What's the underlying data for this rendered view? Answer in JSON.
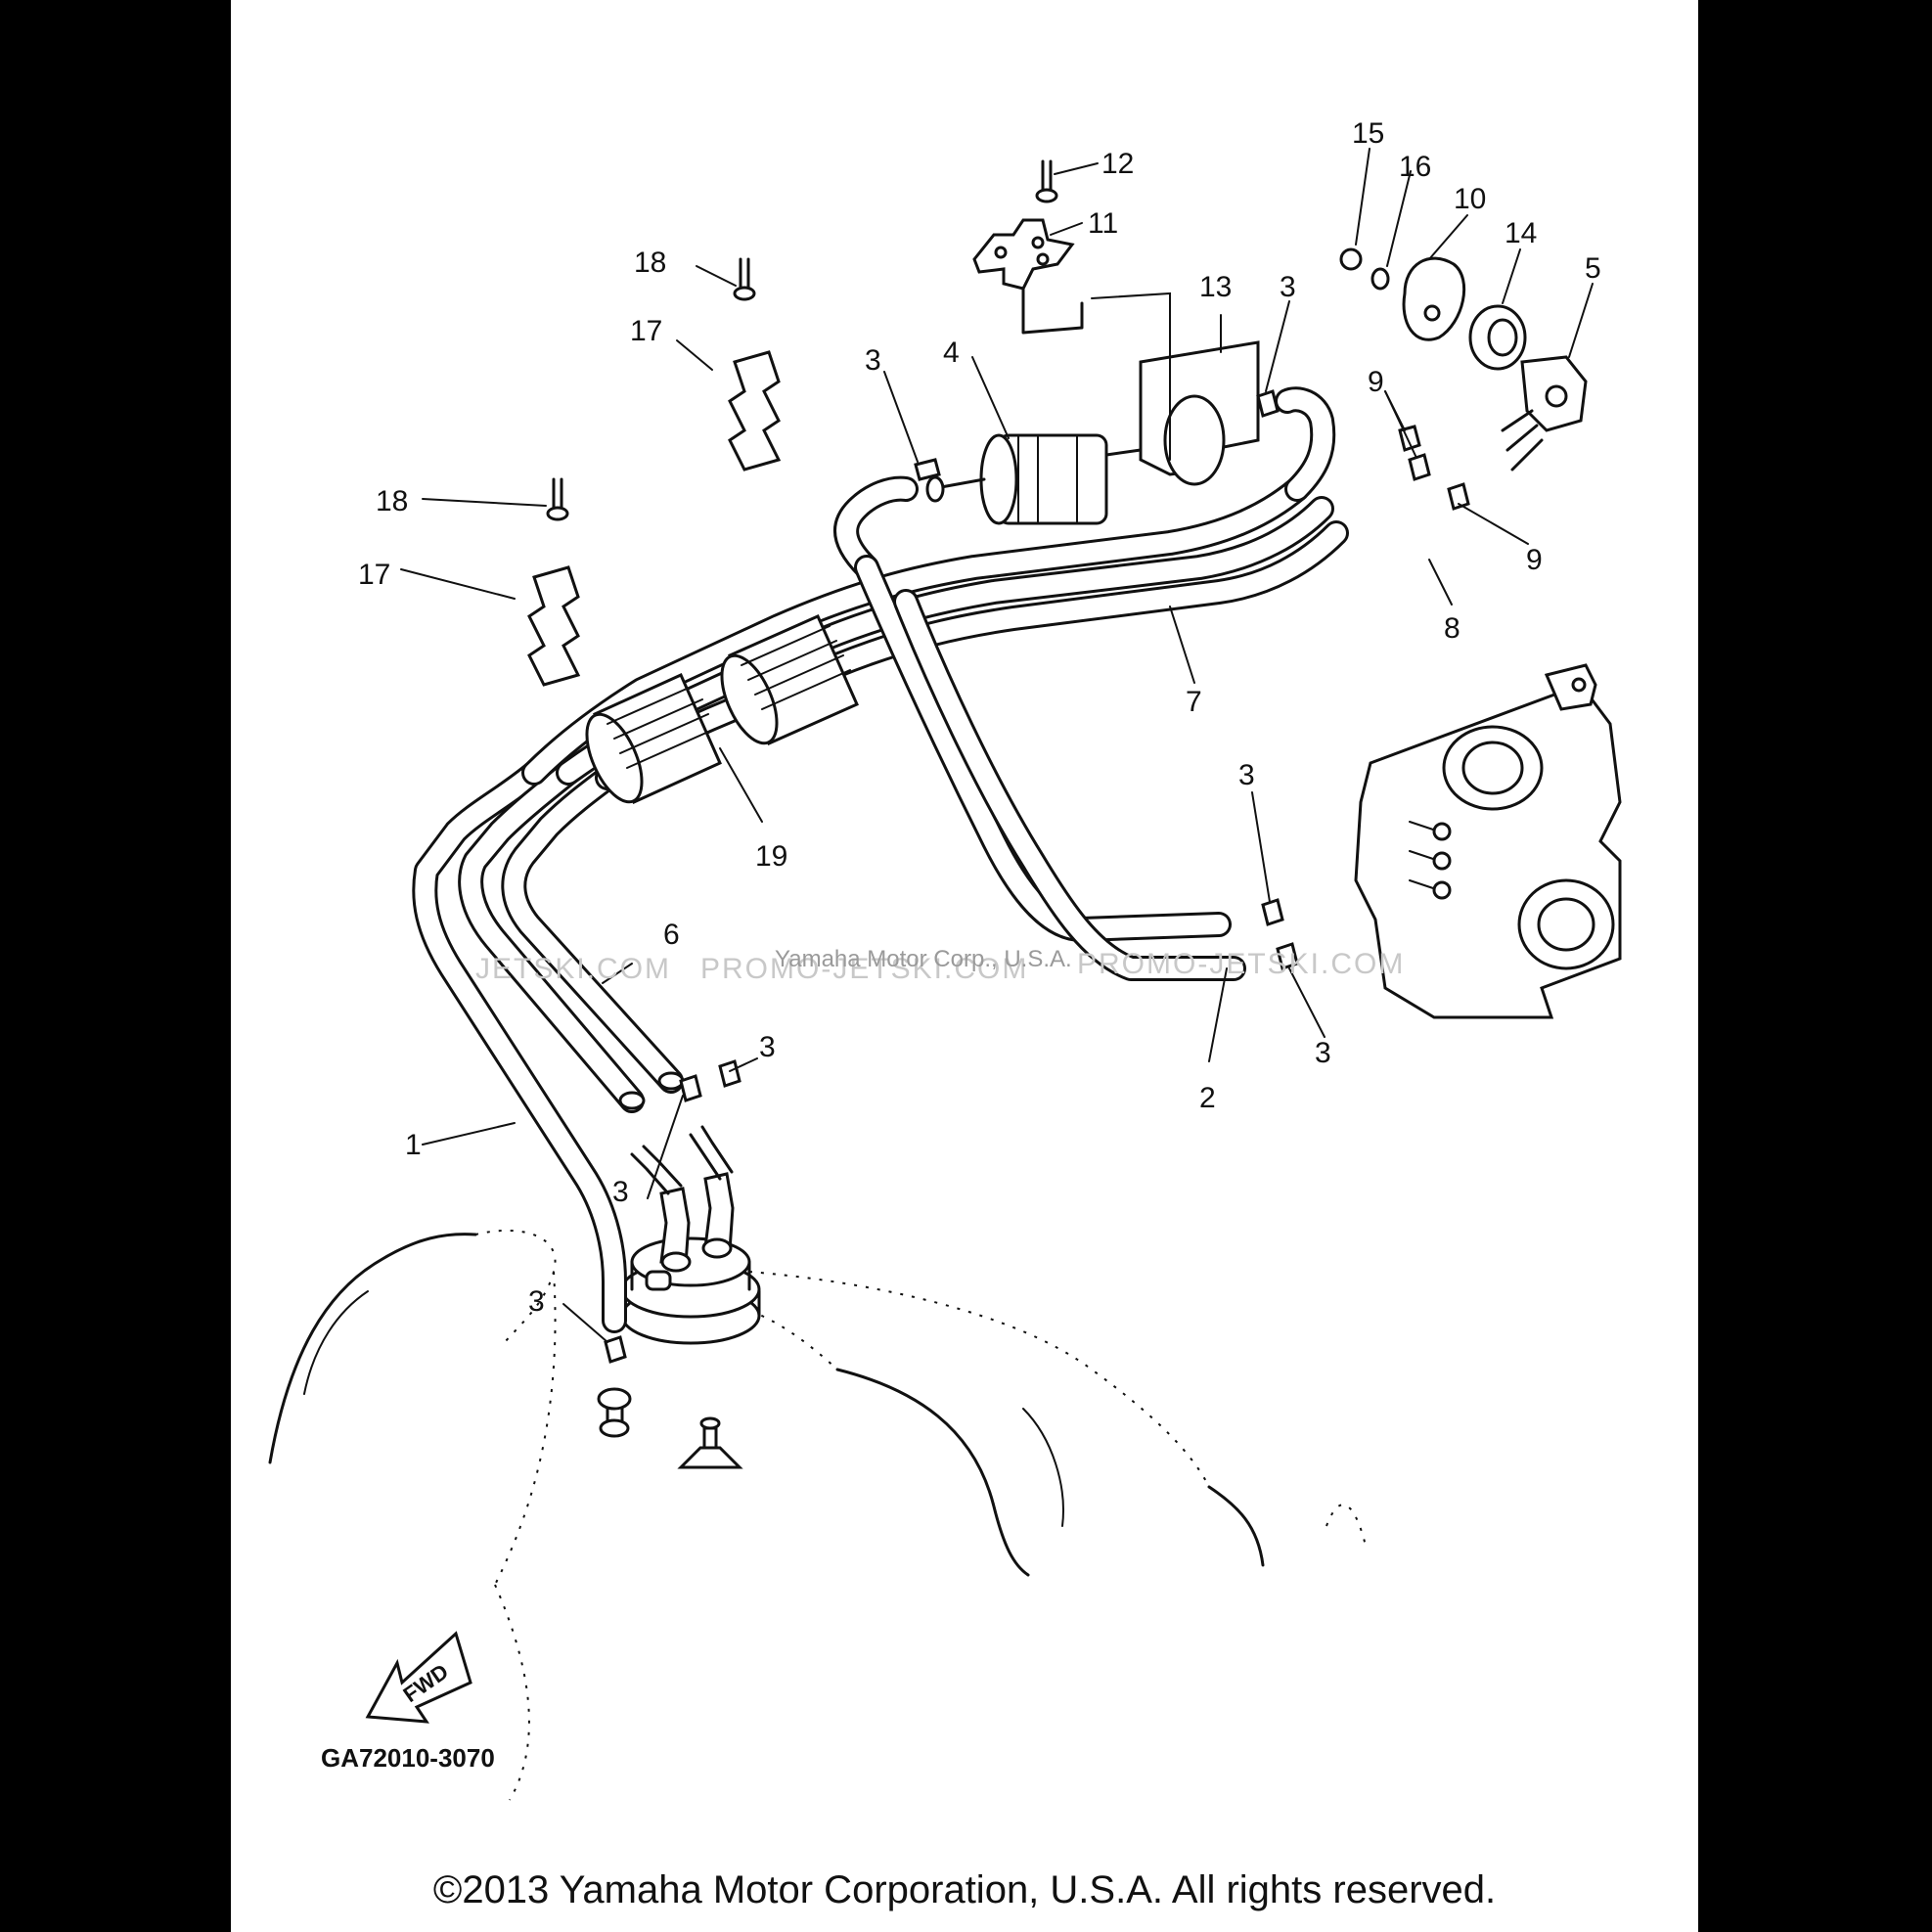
{
  "diagram": {
    "callouts": [
      {
        "id": "c12",
        "label": "12"
      },
      {
        "id": "c11",
        "label": "11"
      },
      {
        "id": "c18a",
        "label": "18"
      },
      {
        "id": "c17a",
        "label": "17"
      },
      {
        "id": "c18b",
        "label": "18"
      },
      {
        "id": "c17b",
        "label": "17"
      },
      {
        "id": "c3a",
        "label": "3"
      },
      {
        "id": "c4",
        "label": "4"
      },
      {
        "id": "c13",
        "label": "13"
      },
      {
        "id": "c3b",
        "label": "3"
      },
      {
        "id": "c15",
        "label": "15"
      },
      {
        "id": "c16",
        "label": "16"
      },
      {
        "id": "c10",
        "label": "10"
      },
      {
        "id": "c14",
        "label": "14"
      },
      {
        "id": "c5",
        "label": "5"
      },
      {
        "id": "c9a",
        "label": "9"
      },
      {
        "id": "c9b",
        "label": "9"
      },
      {
        "id": "c8",
        "label": "8"
      },
      {
        "id": "c7",
        "label": "7"
      },
      {
        "id": "c19",
        "label": "19"
      },
      {
        "id": "c3c",
        "label": "3"
      },
      {
        "id": "c6",
        "label": "6"
      },
      {
        "id": "c3d",
        "label": "3"
      },
      {
        "id": "c2",
        "label": "2"
      },
      {
        "id": "c3e",
        "label": "3"
      },
      {
        "id": "c1",
        "label": "1"
      },
      {
        "id": "c3f",
        "label": "3"
      },
      {
        "id": "c3g",
        "label": "3"
      }
    ],
    "fwd_label": "FWD",
    "part_code": "GA72010-3070",
    "icons": [
      "fwd-arrow-icon"
    ]
  },
  "watermarks": {
    "left": "JETSKI.COM",
    "center": "PROMO-JETSKI.COM",
    "right": "PROMO-JETSKI.COM",
    "overlay": "Yamaha Motor Corp., U.S.A."
  },
  "footer": {
    "copyright": "©2013 Yamaha Motor Corporation, U.S.A. All rights reserved."
  },
  "colors": {
    "frame": "#000000",
    "paper": "#ffffff",
    "ink": "#111111"
  }
}
